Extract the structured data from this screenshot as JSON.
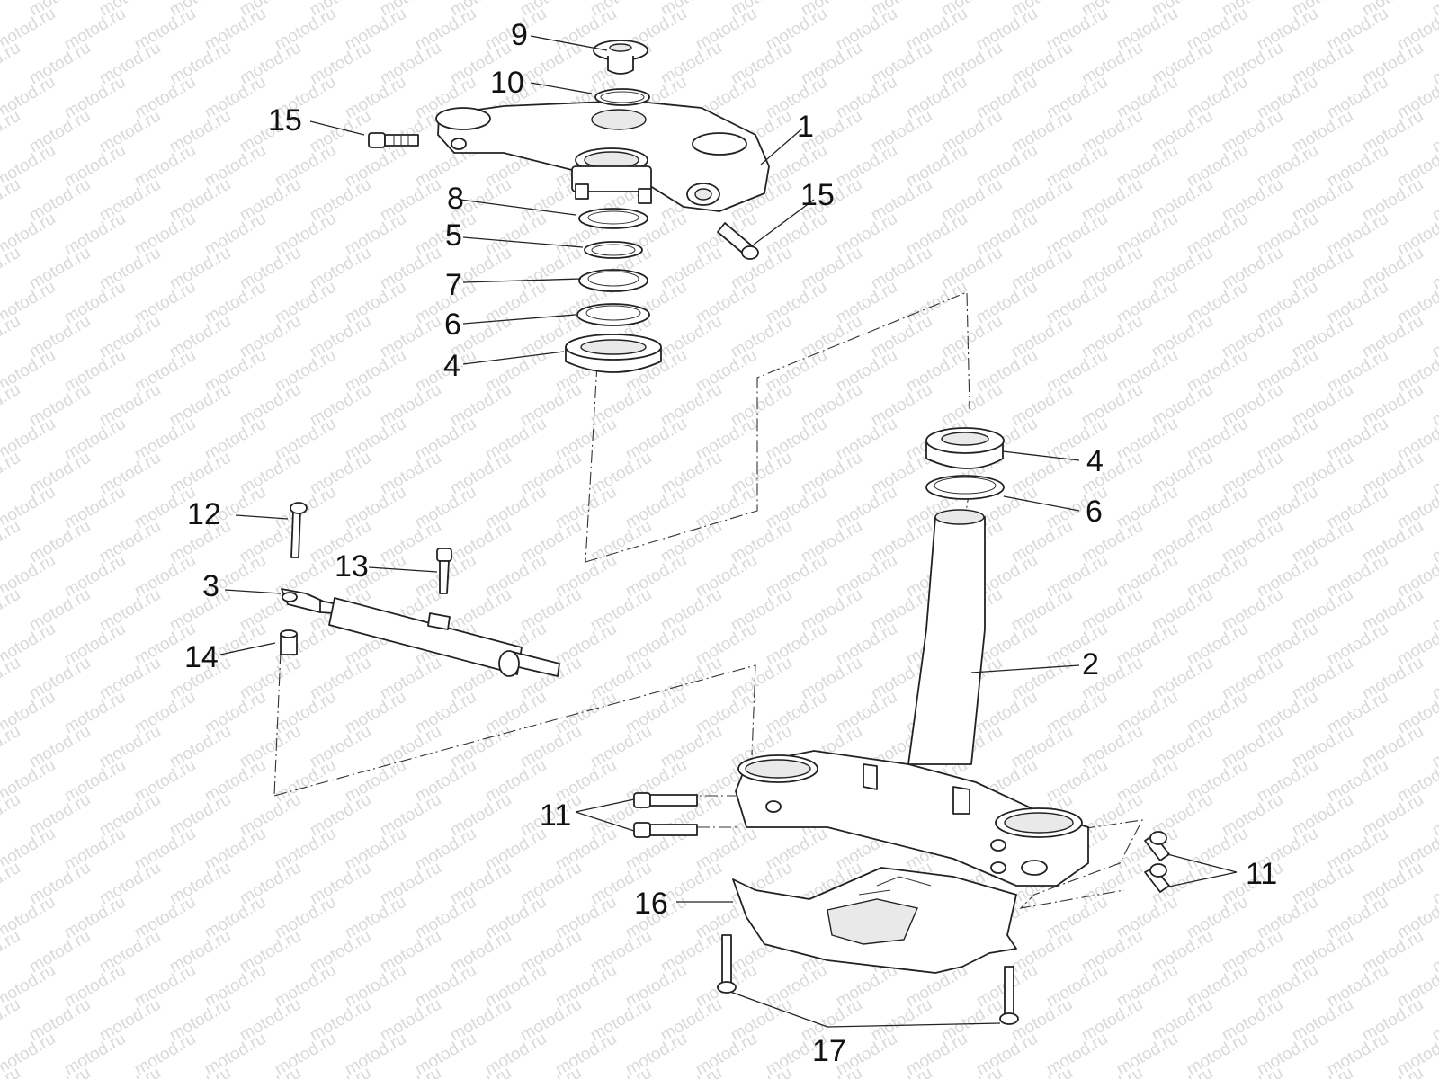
{
  "watermark": "motod.ru",
  "callouts": [
    {
      "id": "9",
      "label": "9"
    },
    {
      "id": "10",
      "label": "10"
    },
    {
      "id": "15a",
      "label": "15"
    },
    {
      "id": "1",
      "label": "1"
    },
    {
      "id": "15b",
      "label": "15"
    },
    {
      "id": "8",
      "label": "8"
    },
    {
      "id": "5",
      "label": "5"
    },
    {
      "id": "7",
      "label": "7"
    },
    {
      "id": "6a",
      "label": "6"
    },
    {
      "id": "4a",
      "label": "4"
    },
    {
      "id": "4b",
      "label": "4"
    },
    {
      "id": "6b",
      "label": "6"
    },
    {
      "id": "12",
      "label": "12"
    },
    {
      "id": "13",
      "label": "13"
    },
    {
      "id": "3",
      "label": "3"
    },
    {
      "id": "14",
      "label": "14"
    },
    {
      "id": "2",
      "label": "2"
    },
    {
      "id": "11a",
      "label": "11"
    },
    {
      "id": "11b",
      "label": "11"
    },
    {
      "id": "16",
      "label": "16"
    },
    {
      "id": "17",
      "label": "17"
    }
  ]
}
